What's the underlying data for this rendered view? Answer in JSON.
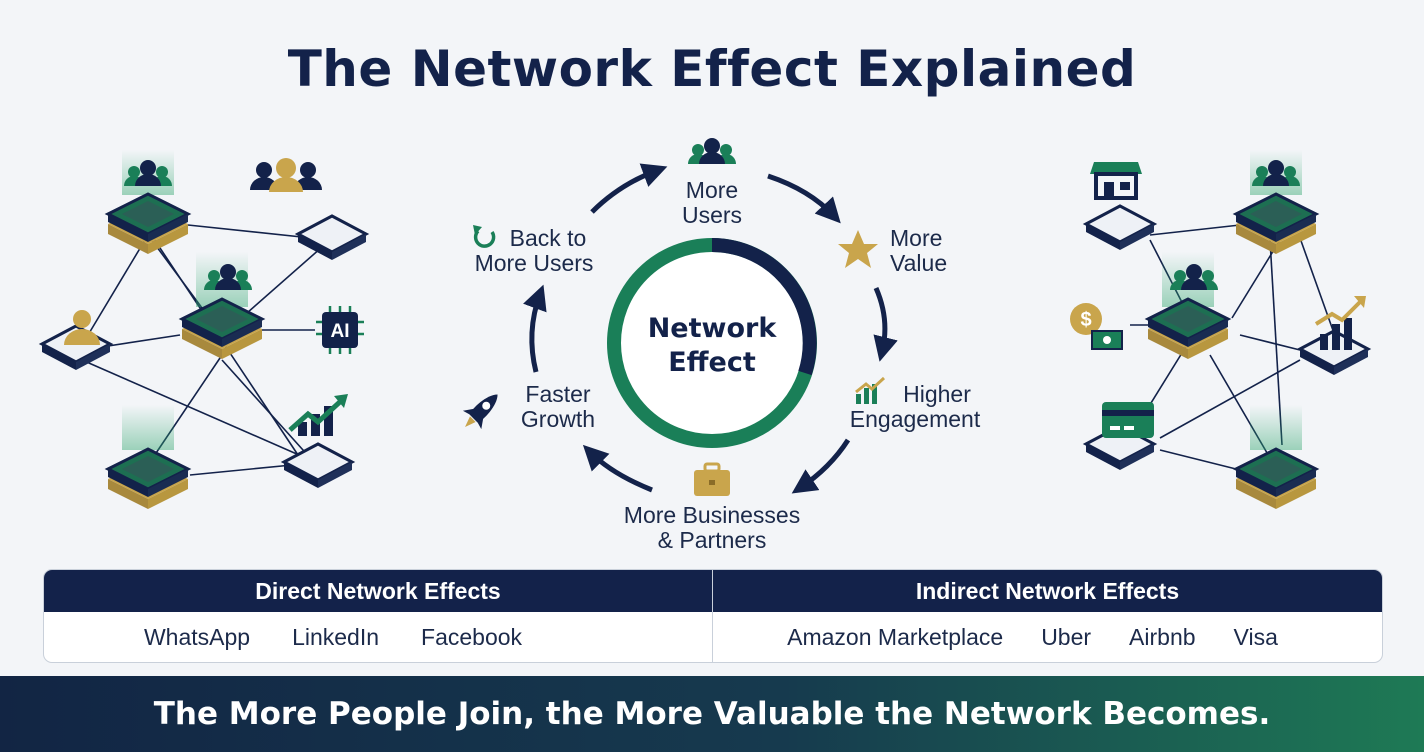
{
  "title": "The Network Effect Explained",
  "cycle": {
    "center": [
      "Network",
      "Effect"
    ],
    "steps": {
      "more_users": [
        "More",
        "Users"
      ],
      "more_value": [
        "More",
        "Value"
      ],
      "higher_engagement": [
        "Higher",
        "Engagement"
      ],
      "more_businesses": [
        "More Businesses",
        "& Partners"
      ],
      "faster_growth": [
        "Faster",
        "Growth"
      ],
      "back_to_users": [
        "Back to",
        "More Users"
      ]
    }
  },
  "left_graph": {
    "ai_chip_text": "AI"
  },
  "table": {
    "direct": {
      "header": "Direct Network Effects",
      "examples": [
        "WhatsApp",
        "LinkedIn",
        "Facebook"
      ]
    },
    "indirect": {
      "header": "Indirect Network Effects",
      "examples": [
        "Amazon Marketplace",
        "Uber",
        "Airbnb",
        "Visa"
      ]
    }
  },
  "footer": "The More People Join, the More Valuable the Network Becomes.",
  "colors": {
    "navy": "#13224a",
    "green": "#1a7f58",
    "gold": "#c9a54c",
    "background": "#f3f5f8"
  },
  "icons": [
    "users-icon",
    "star-icon",
    "growth-chart-icon",
    "briefcase-icon",
    "rocket-icon",
    "refresh-icon",
    "ai-chip-icon",
    "storefront-icon",
    "dollar-icon",
    "credit-card-icon",
    "bar-chart-icon",
    "person-icon"
  ]
}
